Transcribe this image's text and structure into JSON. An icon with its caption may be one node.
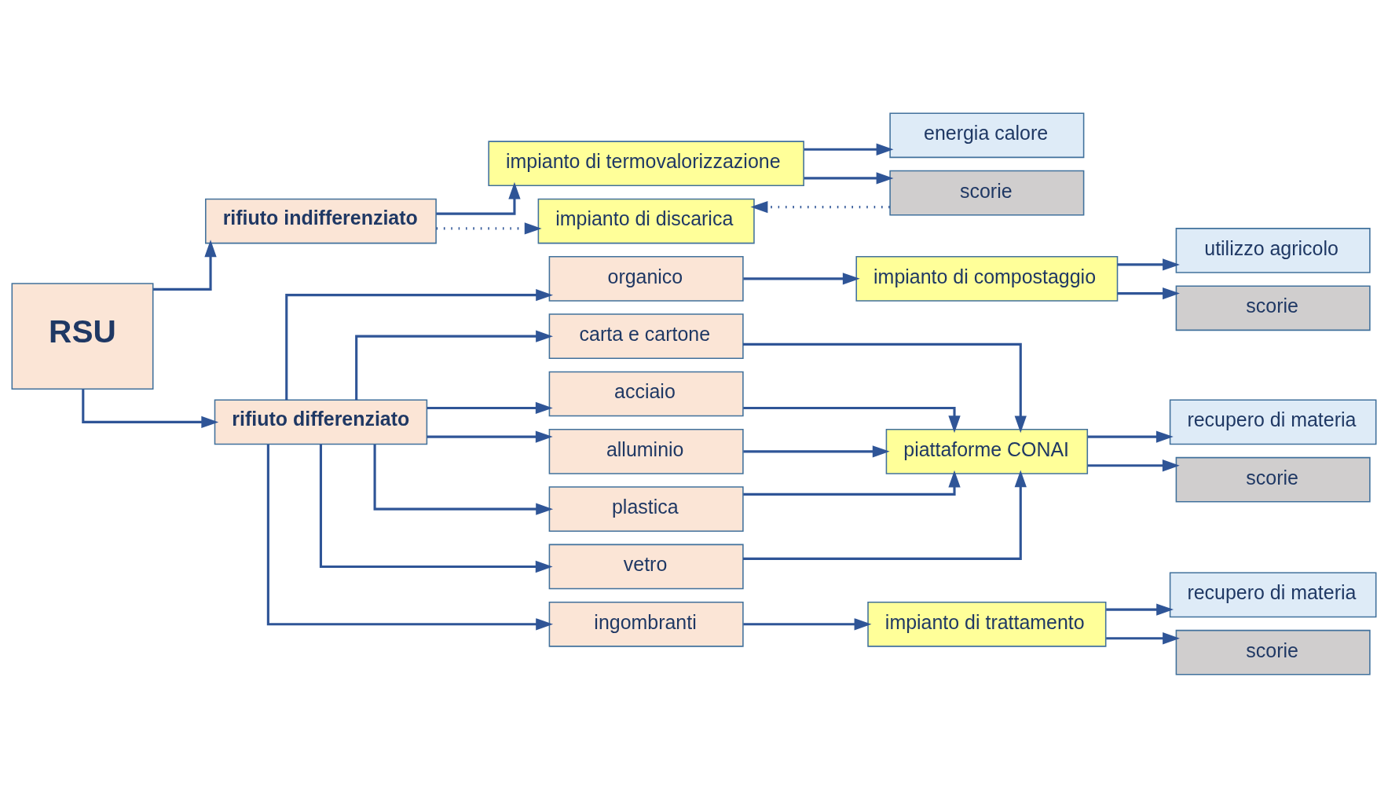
{
  "diagram": {
    "nodes": [
      {
        "text": [
          "RSU"
        ]
      },
      {
        "text": [
          "rifiuto indifferenziato"
        ]
      },
      {
        "text": [
          "rifiuto differenziato"
        ]
      },
      {
        "text": [
          "impianto di termovalorizzazione"
        ]
      },
      {
        "text": [
          "impianto di discarica"
        ]
      },
      {
        "text": [
          "energia calore"
        ]
      },
      {
        "text": [
          "scorie"
        ]
      },
      {
        "text": [
          "organico"
        ]
      },
      {
        "text": [
          "carta e cartone"
        ]
      },
      {
        "text": [
          "acciaio"
        ]
      },
      {
        "text": [
          "alluminio"
        ]
      },
      {
        "text": [
          "plastica"
        ]
      },
      {
        "text": [
          "vetro"
        ]
      },
      {
        "text": [
          "ingombranti"
        ]
      },
      {
        "text": [
          "impianto di compostaggio"
        ]
      },
      {
        "text": [
          "piattaforme CONAI"
        ]
      },
      {
        "text": [
          "impianto di trattamento"
        ]
      },
      {
        "text": [
          "utilizzo agricolo"
        ]
      },
      {
        "text": [
          "scorie"
        ]
      },
      {
        "text": [
          "recupero di materia"
        ]
      },
      {
        "text": [
          "scorie"
        ]
      },
      {
        "text": [
          "recupero di materia"
        ]
      },
      {
        "text": [
          "scorie"
        ]
      }
    ],
    "edges": [
      {
        "from": 0,
        "to": 1,
        "arrow": "to"
      },
      {
        "from": 0,
        "to": 2,
        "arrow": "to"
      },
      {
        "from": 1,
        "to": 3,
        "arrow": "to"
      },
      {
        "from": 1,
        "to": 4,
        "arrow": "to",
        "style": "dashed"
      },
      {
        "from": 3,
        "to": 5,
        "arrow": "to"
      },
      {
        "from": 3,
        "to": 6,
        "arrow": "to"
      },
      {
        "from": 6,
        "to": 4,
        "arrow": "to",
        "style": "dashed"
      },
      {
        "from": 2,
        "to": 7,
        "arrow": "to"
      },
      {
        "from": 2,
        "to": 8,
        "arrow": "to"
      },
      {
        "from": 2,
        "to": 9,
        "arrow": "to"
      },
      {
        "from": 2,
        "to": 10,
        "arrow": "to"
      },
      {
        "from": 2,
        "to": 11,
        "arrow": "to"
      },
      {
        "from": 2,
        "to": 12,
        "arrow": "to"
      },
      {
        "from": 2,
        "to": 13,
        "arrow": "to"
      },
      {
        "from": 7,
        "to": 14,
        "arrow": "to"
      },
      {
        "from": 8,
        "to": 15,
        "arrow": "to"
      },
      {
        "from": 9,
        "to": 15,
        "arrow": "to"
      },
      {
        "from": 10,
        "to": 15,
        "arrow": "to"
      },
      {
        "from": 11,
        "to": 15,
        "arrow": "to"
      },
      {
        "from": 12,
        "to": 15,
        "arrow": "to"
      },
      {
        "from": 13,
        "to": 16,
        "arrow": "to"
      },
      {
        "from": 14,
        "to": 17,
        "arrow": "to"
      },
      {
        "from": 14,
        "to": 18,
        "arrow": "to"
      },
      {
        "from": 15,
        "to": 19,
        "arrow": "to"
      },
      {
        "from": 15,
        "to": 20,
        "arrow": "to"
      },
      {
        "from": 16,
        "to": 21,
        "arrow": "to"
      },
      {
        "from": 16,
        "to": 22,
        "arrow": "to"
      }
    ]
  }
}
